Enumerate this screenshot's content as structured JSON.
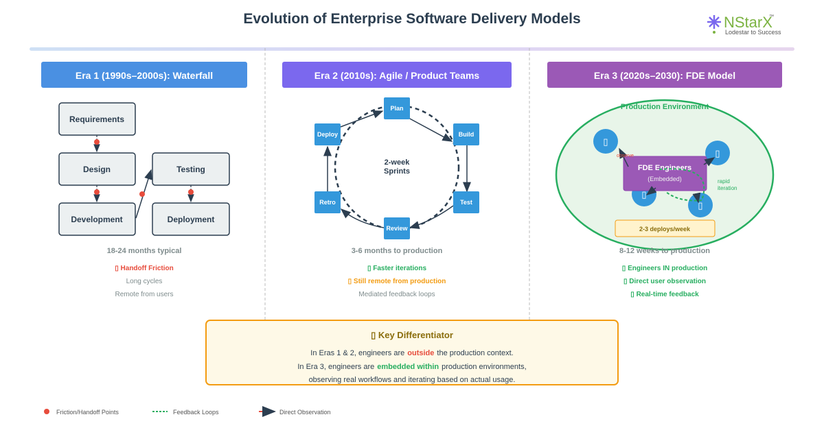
{
  "title": "Evolution of Enterprise Software Delivery Models",
  "logo": {
    "name": "NStarX",
    "tm": "™",
    "tagline": "Lodestar to Success"
  },
  "era1": {
    "header": "Era 1 (1990s–2000s): Waterfall",
    "boxes": [
      "Requirements",
      "Design",
      "Testing",
      "Development",
      "Deployment"
    ],
    "timeline": "18-24 months typical",
    "points": [
      "▯ Handoff Friction",
      "Long cycles",
      "Remote from users"
    ]
  },
  "era2": {
    "header": "Era 2 (2010s): Agile / Product Teams",
    "nodes": [
      "Plan",
      "Build",
      "Test",
      "Review",
      "Retro",
      "Deploy"
    ],
    "center": [
      "2-week",
      "Sprints"
    ],
    "timeline": "3-6 months to production",
    "points": [
      "▯ Faster iterations",
      "▯ Still remote from production",
      "Mediated feedback loops"
    ]
  },
  "era3": {
    "header": "Era 3 (2020s–2030): FDE Model",
    "env": "Production Environment",
    "fde": "FDE Engineers",
    "fde_sub": "(Embedded)",
    "observe": "observe",
    "rapid": [
      "rapid",
      "iteration"
    ],
    "user_icon": "▯",
    "deploys": "2-3 deploys/week",
    "timeline": "8-12 weeks to production",
    "points": [
      "▯ Engineers IN production",
      "▯ Direct user observation",
      "▯ Real-time feedback"
    ]
  },
  "key": {
    "title": "▯ Key Differentiator",
    "l1a": "In Eras 1 & 2, engineers are",
    "l1b": "outside",
    "l1c": "the production context.",
    "l2a": "In Era 3, engineers are",
    "l2b": "embedded within",
    "l2c": "production environments,",
    "l3": "observing real workflows and iterating based on actual usage."
  },
  "legend": [
    "Friction/Handoff Points",
    "Feedback Loops",
    "Direct Observation"
  ],
  "colors": {
    "era1": "#4a90e2",
    "era2": "#7b68ee",
    "era3": "#9b59b6",
    "node": "#3498db",
    "friction": "#e74c3c",
    "feedback": "#27ae60",
    "warn": "#f39c12"
  }
}
